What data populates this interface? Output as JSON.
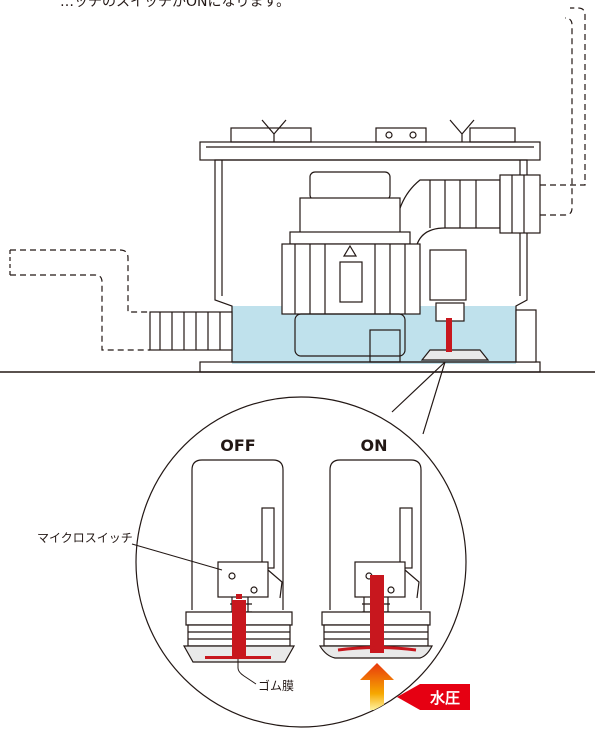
{
  "top_caption": "…ッチのスイッチがONになります。",
  "states": {
    "off": "OFF",
    "on": "ON"
  },
  "labels": {
    "micro_switch": "マイクロスイッチ",
    "rubber_membrane": "ゴム膜",
    "water_pressure": "水圧"
  },
  "colors": {
    "water": "#bfe1ec",
    "rod": "#c8171e",
    "badge": "#e60012",
    "outline": "#231815"
  }
}
